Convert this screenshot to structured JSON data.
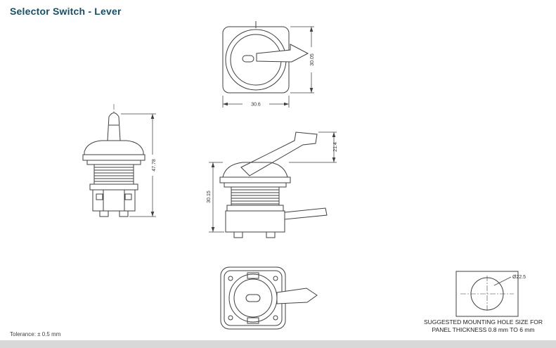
{
  "title": "Selector Switch - Lever",
  "tolerance": "Tolerance: ± 0.5 mm",
  "dimensions": {
    "top_width": "30.6",
    "top_height": "30.05",
    "front_height": "47.78",
    "side_lever_height": "21.4",
    "side_body_height": "30.15",
    "mounting_hole_diameter": "Ø22.5"
  },
  "mounting_note": {
    "line1": "SUGGESTED MOUNTING HOLE SIZE FOR",
    "line2": "PANEL THICKNESS 0.8 mm TO 6 mm"
  },
  "colors": {
    "title": "#1b4d63",
    "line": "#3f3f3f",
    "footer_bar": "#d8d8d8"
  }
}
